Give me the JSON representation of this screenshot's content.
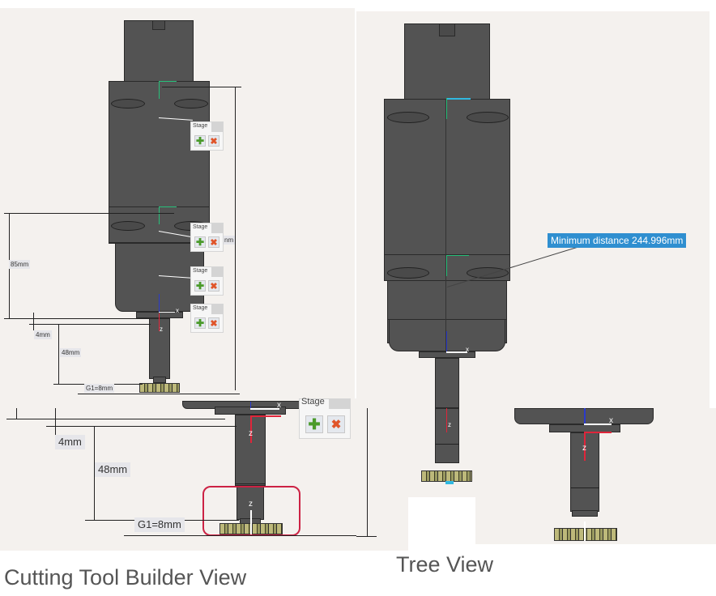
{
  "left_view": {
    "caption": "Cutting Tool Builder View",
    "stage_popups": [
      {
        "title": "Stage",
        "add_icon": "plus-icon",
        "remove_icon": "x-icon"
      },
      {
        "title": "Stage",
        "add_icon": "plus-icon",
        "remove_icon": "x-icon"
      },
      {
        "title": "Stage",
        "add_icon": "plus-icon",
        "remove_icon": "x-icon"
      },
      {
        "title": "Stage",
        "add_icon": "plus-icon",
        "remove_icon": "x-icon"
      },
      {
        "title": "Stage",
        "add_icon": "plus-icon",
        "remove_icon": "x-icon"
      }
    ],
    "dimensions": {
      "d85": "85mm",
      "d4": "4mm",
      "d48": "48mm",
      "g1": "G1=8mm",
      "partial": "nm"
    },
    "zoom_dimensions": {
      "d4": "4mm",
      "d48": "48mm",
      "g1": "G1=8mm"
    },
    "axis_labels": {
      "x": "x",
      "z": "z"
    }
  },
  "right_view": {
    "caption": "Tree View",
    "callout": "Minimum distance 244.996mm",
    "axis_labels": {
      "x": "x",
      "z": "z"
    }
  },
  "colors": {
    "highlight": "#cc2244",
    "callout_bg": "#2f8fd0",
    "tool_body": "#535353",
    "insert": "#bdb97a"
  }
}
